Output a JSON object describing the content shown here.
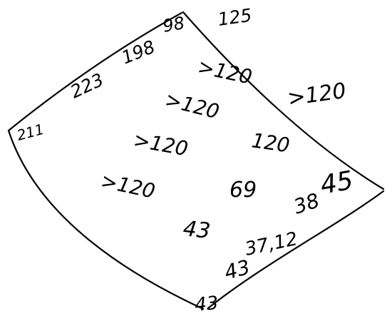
{
  "labels": {
    "corner_top_left_edge_1": "223",
    "corner_top_left_edge_2": "198",
    "corner_top": "98",
    "corner_top_right": "125",
    "corner_left": "211",
    "corner_right_edge": ">120",
    "corner_bottom": "43",
    "right_edge_mid": "45",
    "bottom_right_edge": "37,12",
    "bottom_edge": "43",
    "interior_1": ">120",
    "interior_2": ">120",
    "interior_3": ">120",
    "interior_4": ">120",
    "interior_5": "120",
    "interior_6": "69",
    "interior_7": "38",
    "interior_8": "43"
  },
  "colors": {
    "ink": "#000000",
    "background": "#ffffff"
  }
}
